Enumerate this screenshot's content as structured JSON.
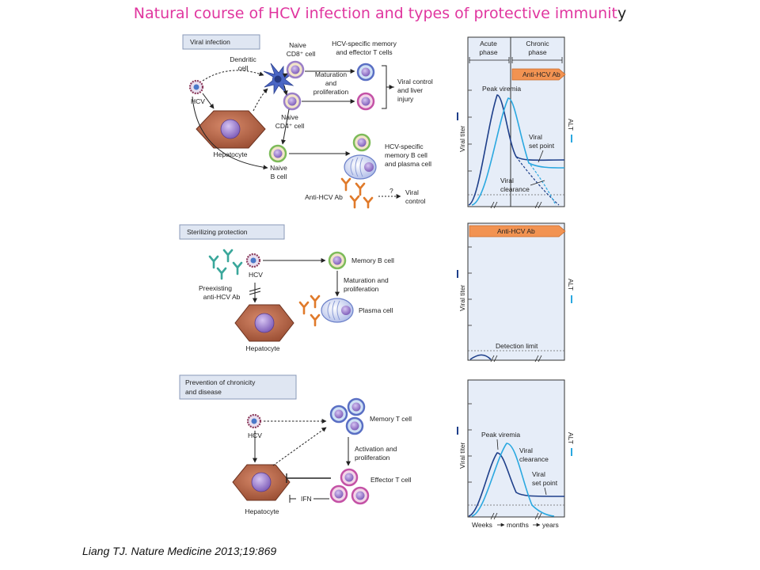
{
  "title": {
    "main": "Natural course of HCV infection and types of protective immunit",
    "tail": "y"
  },
  "citation": "Liang TJ. Nature Medicine 2013;19:869",
  "colors": {
    "title": "#e0369f",
    "panel_header": "#dfe6f2",
    "hepatocyte": "#b06548",
    "nucleus": "#8e6cc0",
    "dendritic": "#4a66c4",
    "antibody": "#e07a2a",
    "preexisting_ab": "#3aa79b",
    "arrow_fill": "#f29352",
    "dark_curve": "#1e3f8a",
    "light_curve": "#2aa8e0"
  },
  "panels": [
    {
      "header": "Viral infection",
      "labels": {
        "hcv": "HCV",
        "hepatocyte": "Hepatocyte",
        "dendritic_l1": "Dendritic",
        "dendritic_l2": "cell",
        "cd8_l1": "Naive",
        "cd8_l2": "CD8⁺ cell",
        "cd4_l1": "Naive",
        "cd4_l2": "CD4⁺ cell",
        "tmem_l1": "HCV-specific memory",
        "tmem_l2": "and effector T cells",
        "mat_l1": "Maturation",
        "mat_l2": "and",
        "mat_l3": "proliferation",
        "vc_l1": "Viral control",
        "vc_l2": "and liver",
        "vc_l3": "injury",
        "bcell_l1": "Naive",
        "bcell_l2": "B cell",
        "bmem_l1": "HCV-specific",
        "bmem_l2": "memory B cell",
        "bmem_l3": "and plasma cell",
        "antibody": "Anti-HCV Ab",
        "question": "?",
        "vctrl_l1": "Viral",
        "vctrl_l2": "control"
      }
    },
    {
      "header": "Sterilizing protection",
      "labels": {
        "hcv": "HCV",
        "pre_l1": "Preexisting",
        "pre_l2": "anti-HCV Ab",
        "memb": "Memory B cell",
        "mat_l1": "Maturation and",
        "mat_l2": "proliferation",
        "plasma": "Plasma cell",
        "hepatocyte": "Hepatocyte"
      }
    },
    {
      "header_l1": "Prevention of chronicity",
      "header_l2": "and disease",
      "labels": {
        "hcv": "HCV",
        "memt": "Memory T cell",
        "act_l1": "Activation and",
        "act_l2": "proliferation",
        "efft": "Effector T cell",
        "ifn": "IFN",
        "hepatocyte": "Hepatocyte"
      }
    }
  ],
  "graphs": {
    "phase_acute_l1": "Acute",
    "phase_acute_l2": "phase",
    "phase_chronic_l1": "Chronic",
    "phase_chronic_l2": "phase",
    "anti_hcv_ab": "Anti-HCV Ab",
    "ylabel": "Viral titer",
    "y2label": "ALT",
    "g1": {
      "peak": "Peak viremia",
      "setpoint_l1": "Viral",
      "setpoint_l2": "set point",
      "clear_l1": "Viral",
      "clear_l2": "clearance"
    },
    "g2": {
      "detection": "Detection limit"
    },
    "g3": {
      "peak": "Peak viremia",
      "clear_l1": "Viral",
      "clear_l2": "clearance",
      "setpoint_l1": "Viral",
      "setpoint_l2": "set point"
    },
    "xaxis": {
      "weeks": "Weeks",
      "months": "months",
      "years": "years"
    }
  }
}
